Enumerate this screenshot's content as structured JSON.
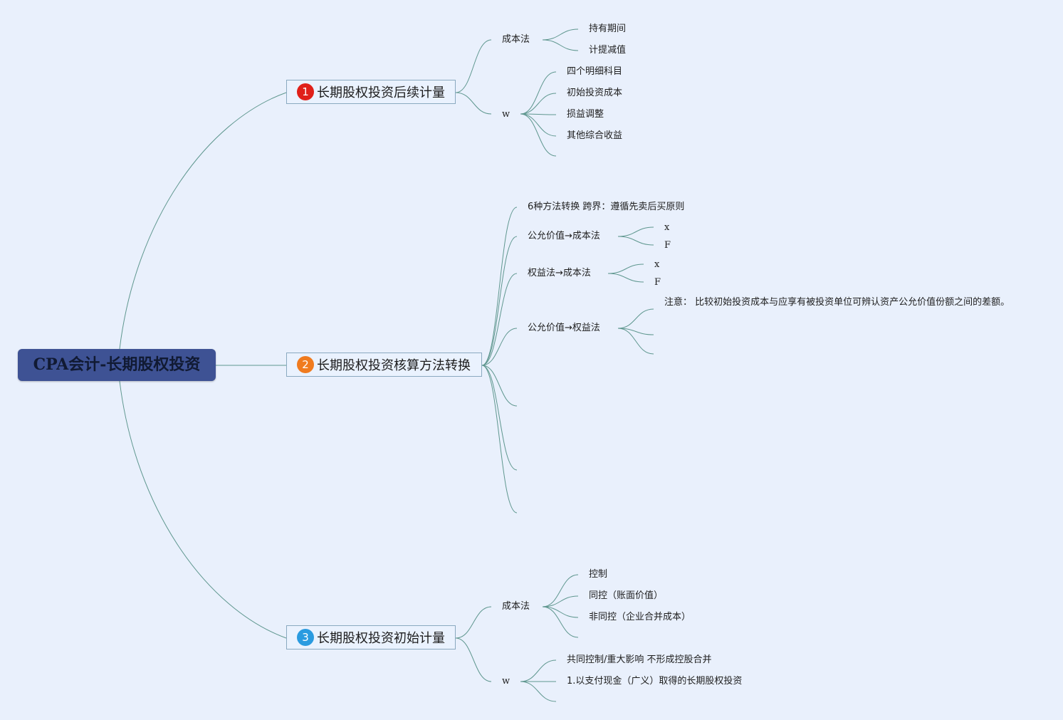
{
  "root": {
    "label": "CPA会计-长期股权投资"
  },
  "colors": {
    "background": "#e9f0fc",
    "root_fill": "#3e5294",
    "connector": "#5f978f",
    "badge_1": "#e02019",
    "badge_2": "#f07b1f",
    "badge_3": "#2a9be0"
  },
  "branches": [
    {
      "number": "1",
      "label": "长期股权投资后续计量",
      "children": [
        {
          "label": "成本法",
          "children": [
            "持有期间",
            "计提减值"
          ]
        },
        {
          "label": "w",
          "children": [
            "四个明细科目",
            "初始投资成本",
            "损益调整",
            "其他综合收益"
          ]
        }
      ]
    },
    {
      "number": "2",
      "label": "长期股权投资核算方法转换",
      "children": [
        {
          "label": "6种方法转换 跨界：遵循先卖后买原则",
          "children": []
        },
        {
          "label": "公允价值→成本法",
          "children": [
            "x",
            "F"
          ]
        },
        {
          "label": "权益法→成本法",
          "children": [
            "x",
            "F"
          ]
        },
        {
          "label": "公允价值→权益法",
          "children": [
            "注意： 比较初始投资成本与应享有被投资单位可辨认资产公允价值份额之间的差额。"
          ]
        }
      ]
    },
    {
      "number": "3",
      "label": "长期股权投资初始计量",
      "children": [
        {
          "label": "成本法",
          "children": [
            "控制",
            "同控（账面价值）",
            "非同控（企业合并成本）"
          ]
        },
        {
          "label": "w",
          "children": [
            "共同控制/重大影响 不形成控股合并",
            "1.以支付现金（广义）取得的长期股权投资"
          ]
        }
      ]
    }
  ]
}
